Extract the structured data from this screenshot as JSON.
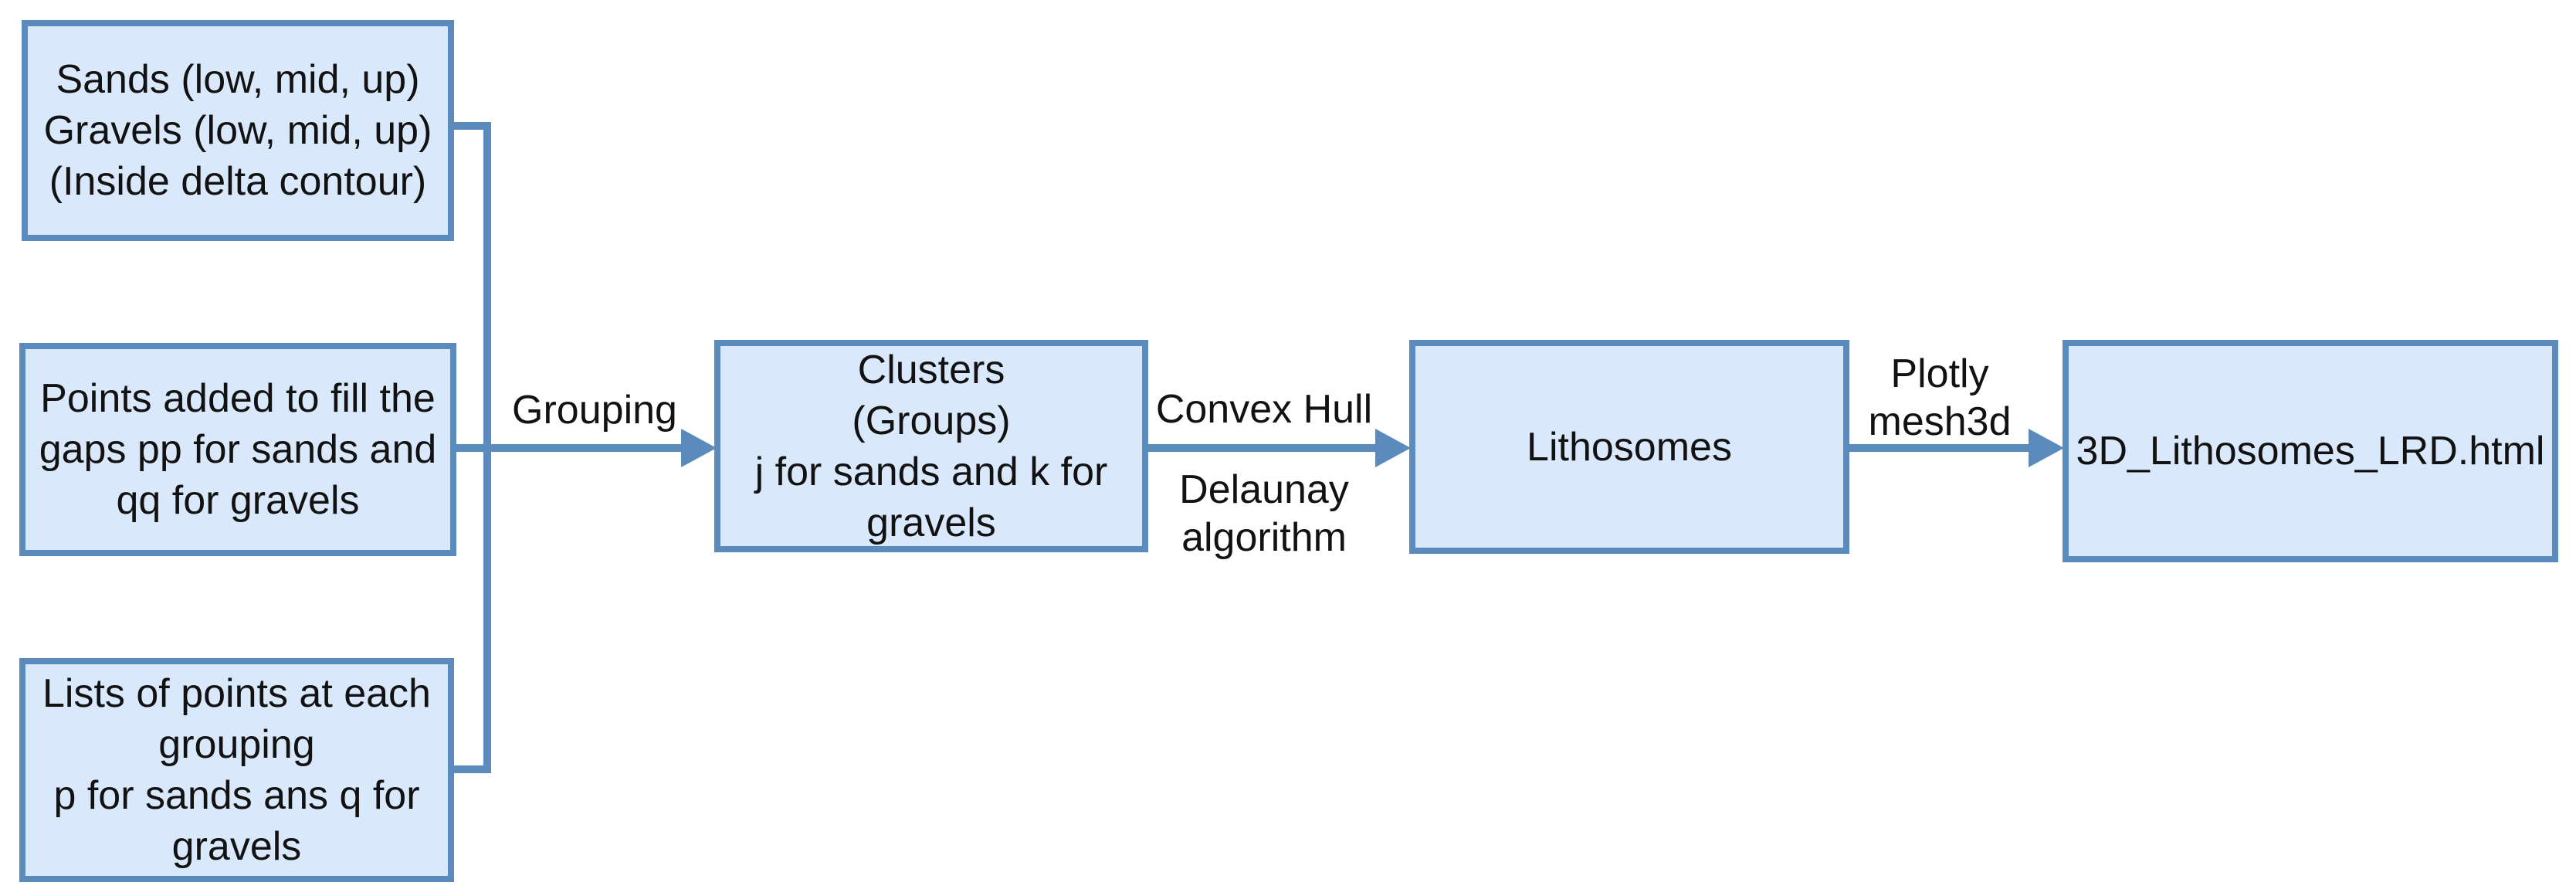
{
  "diagram": {
    "type": "flowchart",
    "colors": {
      "box_fill": "#d9e8fb",
      "box_stroke": "#5b8abd",
      "text": "#121212",
      "background": "#ffffff"
    },
    "nodes": {
      "inputs": {
        "lines": [
          "Sands (low, mid, up)",
          "Gravels (low, mid, up)",
          "(Inside delta contour)"
        ]
      },
      "points": {
        "lines": [
          "Points added to fill the",
          "gaps pp for sands and",
          "qq for gravels"
        ]
      },
      "lists": {
        "lines": [
          "Lists of points at each",
          "grouping",
          "p for sands ans q for",
          "gravels"
        ]
      },
      "clusters": {
        "lines": [
          "Clusters",
          "(Groups)",
          "j for sands and k for",
          "gravels"
        ]
      },
      "lithosomes": {
        "lines": [
          "Lithosomes"
        ]
      },
      "output": {
        "lines": [
          "3D_Lithosomes_LRD.html"
        ]
      }
    },
    "edge_labels": {
      "grouping": {
        "lines": [
          "Grouping"
        ]
      },
      "convex_hull": {
        "lines": [
          "Convex Hull"
        ]
      },
      "delaunay": {
        "lines": [
          "Delaunay",
          "algorithm"
        ]
      },
      "plotly": {
        "lines": [
          "Plotly",
          "mesh3d"
        ]
      }
    }
  }
}
